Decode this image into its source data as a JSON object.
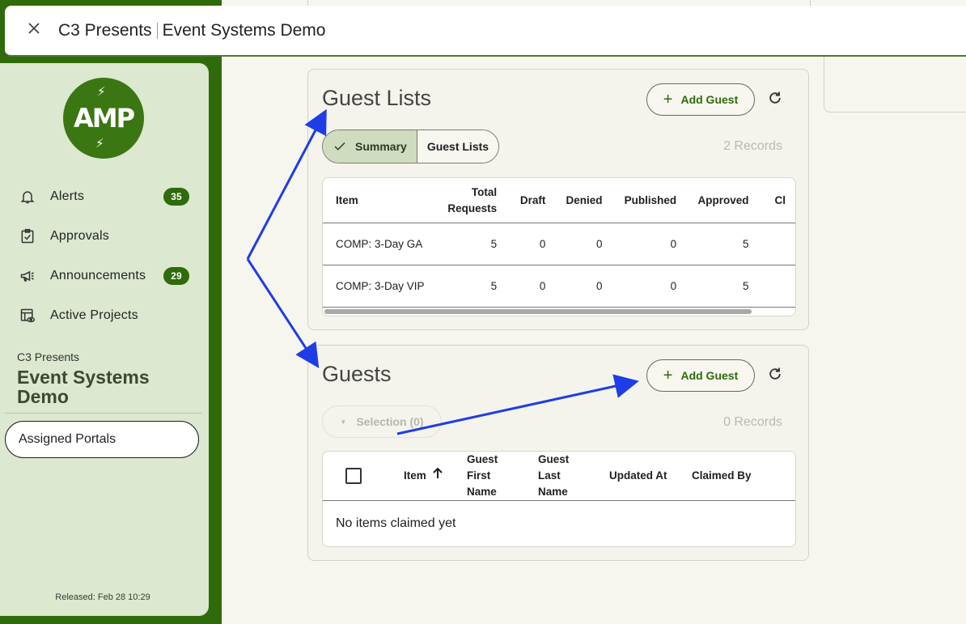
{
  "header": {
    "close_icon": "close-icon",
    "org": "C3 Presents",
    "project": "Event Systems Demo"
  },
  "sidebar": {
    "logo_text": "AMP",
    "items": [
      {
        "label": "Alerts",
        "icon": "bell-icon",
        "badge": "35"
      },
      {
        "label": "Approvals",
        "icon": "clipboard-check-icon",
        "badge": ""
      },
      {
        "label": "Announcements",
        "icon": "megaphone-icon",
        "badge": "29"
      },
      {
        "label": "Active Projects",
        "icon": "project-eye-icon",
        "badge": ""
      }
    ],
    "org_subtitle": "C3 Presents",
    "org_title": "Event Systems Demo",
    "portals_button": "Assigned Portals",
    "release": "Released: Feb 28 10:29"
  },
  "guest_lists": {
    "title": "Guest Lists",
    "add_label": "Add Guest",
    "segments": [
      "Summary",
      "Guest Lists"
    ],
    "selected_segment": "Summary",
    "records": "2 Records",
    "columns": [
      "Item",
      "Total Requests",
      "Draft",
      "Denied",
      "Published",
      "Approved",
      "Cl"
    ],
    "rows": [
      [
        "COMP: 3-Day GA",
        "5",
        "0",
        "0",
        "0",
        "5"
      ],
      [
        "COMP: 3-Day VIP",
        "5",
        "0",
        "0",
        "0",
        "5"
      ]
    ]
  },
  "guests": {
    "title": "Guests",
    "add_label": "Add Guest",
    "selection_label": "Selection (0)",
    "records": "0 Records",
    "columns": [
      "Item",
      "Guest First Name",
      "Guest Last Name",
      "Updated At",
      "Claimed By"
    ],
    "sort_icon": "arrow-up-icon",
    "empty_message": "No items claimed yet"
  },
  "colors": {
    "brand_green": "#2f6b0a",
    "sidebar_bg": "#dce8cf",
    "annotation_blue": "#1f3de6"
  }
}
